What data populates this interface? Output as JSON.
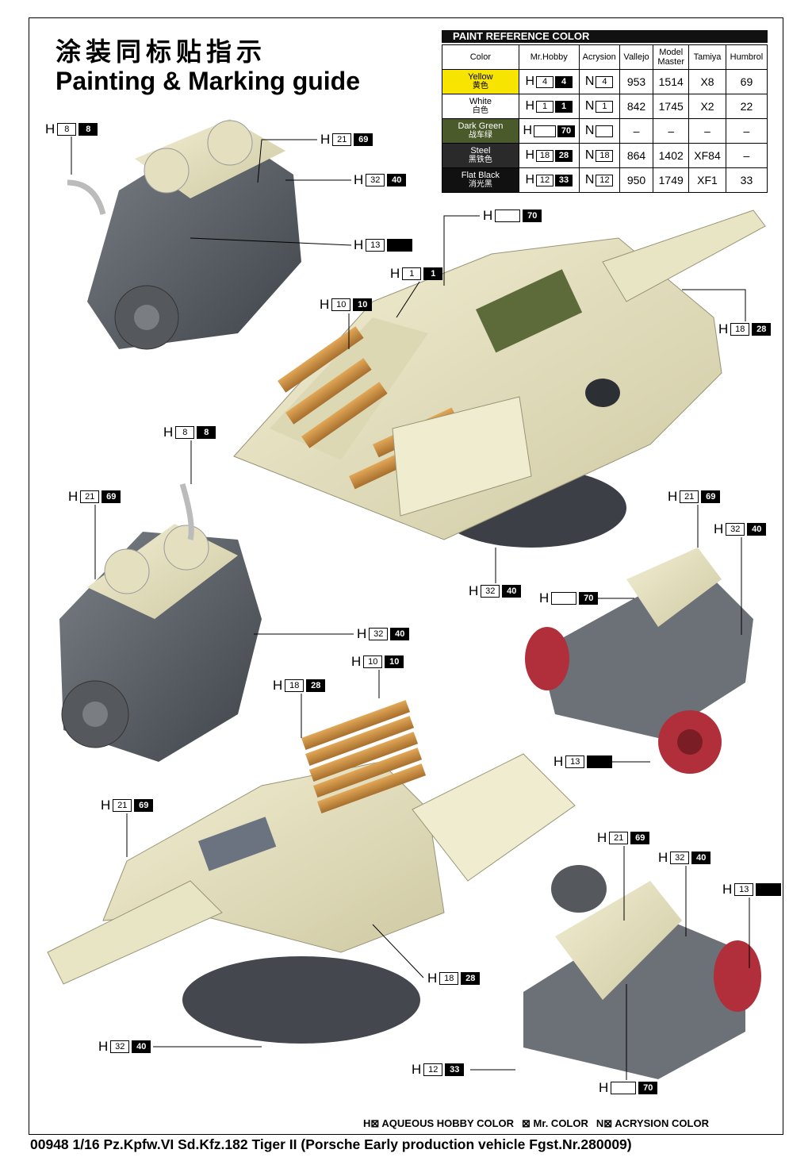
{
  "header": {
    "title_cn": "涂装同标贴指示",
    "title_en": "Painting & Marking guide"
  },
  "paint_table": {
    "heading": "PAINT  REFERENCE COLOR",
    "columns": [
      "Color",
      "Mr.Hobby",
      "Acrysion",
      "Vallejo",
      "Model Master",
      "Tamiya",
      "Humbrol"
    ],
    "rows": [
      {
        "name": "Yellow",
        "name_cn": "黄色",
        "swatch": "#f7e400",
        "text_color": "#000000",
        "h_white": "4",
        "h_black": "4",
        "n": "4",
        "vallejo": "953",
        "model_master": "1514",
        "tamiya": "X8",
        "humbrol": "69"
      },
      {
        "name": "White",
        "name_cn": "白色",
        "swatch": "#ffffff",
        "text_color": "#000000",
        "h_white": "1",
        "h_black": "1",
        "n": "1",
        "vallejo": "842",
        "model_master": "1745",
        "tamiya": "X2",
        "humbrol": "22"
      },
      {
        "name": "Dark Green",
        "name_cn": "战车绿",
        "swatch": "#4b5a2a",
        "text_color": "#ffffff",
        "h_white": "",
        "h_black": "70",
        "n": "",
        "vallejo": "–",
        "model_master": "–",
        "tamiya": "–",
        "humbrol": "–"
      },
      {
        "name": "Steel",
        "name_cn": "黑铁色",
        "swatch": "#2a2a2a",
        "text_color": "#ffffff",
        "h_white": "18",
        "h_black": "28",
        "n": "18",
        "vallejo": "864",
        "model_master": "1402",
        "tamiya": "XF84",
        "humbrol": "–"
      },
      {
        "name": "Flat Black",
        "name_cn": "消光黑",
        "swatch": "#111111",
        "text_color": "#ffffff",
        "h_white": "12",
        "h_black": "33",
        "n": "12",
        "vallejo": "950",
        "model_master": "1749",
        "tamiya": "XF1",
        "humbrol": "33"
      }
    ]
  },
  "callouts": [
    {
      "id": "c1",
      "prefix": "H",
      "a": "8",
      "b": "8"
    },
    {
      "id": "c2",
      "prefix": "H",
      "a": "21",
      "b": "69"
    },
    {
      "id": "c3",
      "prefix": "H",
      "a": "32",
      "b": "40"
    },
    {
      "id": "c4",
      "prefix": "H",
      "a": "13",
      "b": ""
    },
    {
      "id": "c5",
      "prefix": "H",
      "a": "",
      "b": "70"
    },
    {
      "id": "c6",
      "prefix": "H",
      "a": "1",
      "b": "1"
    },
    {
      "id": "c7",
      "prefix": "H",
      "a": "10",
      "b": "10"
    },
    {
      "id": "c8",
      "prefix": "H",
      "a": "18",
      "b": "28"
    },
    {
      "id": "c9",
      "prefix": "H",
      "a": "8",
      "b": "8"
    },
    {
      "id": "c10",
      "prefix": "H",
      "a": "21",
      "b": "69"
    },
    {
      "id": "c11",
      "prefix": "H",
      "a": "21",
      "b": "69"
    },
    {
      "id": "c12",
      "prefix": "H",
      "a": "32",
      "b": "40"
    },
    {
      "id": "c13",
      "prefix": "H",
      "a": "32",
      "b": "40"
    },
    {
      "id": "c14",
      "prefix": "H",
      "a": "",
      "b": "70"
    },
    {
      "id": "c15",
      "prefix": "H",
      "a": "32",
      "b": "40"
    },
    {
      "id": "c16",
      "prefix": "H",
      "a": "10",
      "b": "10"
    },
    {
      "id": "c17",
      "prefix": "H",
      "a": "18",
      "b": "28"
    },
    {
      "id": "c18",
      "prefix": "H",
      "a": "13",
      "b": ""
    },
    {
      "id": "c19",
      "prefix": "H",
      "a": "21",
      "b": "69"
    },
    {
      "id": "c20",
      "prefix": "H",
      "a": "21",
      "b": "69"
    },
    {
      "id": "c21",
      "prefix": "H",
      "a": "32",
      "b": "40"
    },
    {
      "id": "c22",
      "prefix": "H",
      "a": "13",
      "b": ""
    },
    {
      "id": "c23",
      "prefix": "H",
      "a": "18",
      "b": "28"
    },
    {
      "id": "c24",
      "prefix": "H",
      "a": "32",
      "b": "40"
    },
    {
      "id": "c25",
      "prefix": "H",
      "a": "12",
      "b": "33"
    },
    {
      "id": "c26",
      "prefix": "H",
      "a": "",
      "b": "70"
    }
  ],
  "legend": {
    "aqueous": "H⊠ AQUEOUS HOBBY COLOR",
    "mr": "⊠ Mr. COLOR",
    "acrysion": "N⊠ ACRYSION COLOR"
  },
  "footer": "00948 1/16  Pz.Kpfw.VI Sd.Kfz.182 Tiger II (Porsche Early production vehicle Fgst.Nr.280009)"
}
